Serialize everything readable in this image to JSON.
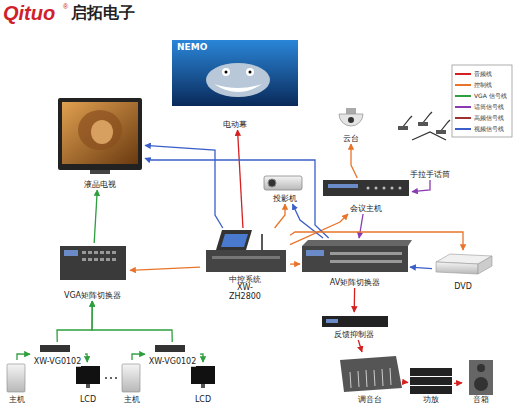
{
  "diagram": {
    "nodes": [
      {
        "text": [
          "电动幕"
        ]
      },
      {
        "text": [
          "液晶电视"
        ]
      },
      {
        "text": [
          "云台"
        ]
      },
      {
        "text": [
          "手拉手话筒"
        ]
      },
      {
        "text": [
          "投影机"
        ]
      },
      {
        "text": [
          "会议主机"
        ]
      },
      {
        "text": [
          "中控系统 XW-ZH2800"
        ]
      },
      {
        "text": [
          "VGA矩阵切换器"
        ]
      },
      {
        "text": [
          "AV矩阵切换器"
        ]
      },
      {
        "text": [
          "DVD"
        ]
      },
      {
        "text": [
          "反馈抑制器"
        ]
      },
      {
        "text": [
          "调音台"
        ]
      },
      {
        "text": [
          "功放"
        ]
      },
      {
        "text": [
          "音箱"
        ]
      },
      {
        "text": [
          "主机"
        ]
      },
      {
        "text": [
          "XW-VG0102"
        ]
      },
      {
        "text": [
          "LCD"
        ]
      },
      {
        "text": [
          "主机"
        ]
      },
      {
        "text": [
          "XW-VG0102"
        ]
      },
      {
        "text": [
          "LCD"
        ]
      }
    ],
    "edges": [
      {
        "from": 14,
        "to": 15,
        "arrow": "to"
      },
      {
        "from": 15,
        "to": 16,
        "arrow": "to"
      },
      {
        "from": 15,
        "to": 7,
        "arrow": "to"
      },
      {
        "from": 17,
        "to": 18,
        "arrow": "to"
      },
      {
        "from": 18,
        "to": 19,
        "arrow": "to"
      },
      {
        "from": 18,
        "to": 7,
        "arrow": "to"
      },
      {
        "from": 7,
        "to": 1,
        "arrow": "to"
      },
      {
        "from": 6,
        "to": 7,
        "arrow": "to"
      },
      {
        "from": 6,
        "to": 0,
        "arrow": "to"
      },
      {
        "from": 6,
        "to": 1,
        "arrow": "to"
      },
      {
        "from": 6,
        "to": 4,
        "arrow": "to"
      },
      {
        "from": 6,
        "to": 5,
        "arrow": "to"
      },
      {
        "from": 5,
        "to": 2,
        "arrow": "to"
      },
      {
        "from": 3,
        "to": 5,
        "arrow": "to"
      },
      {
        "from": 8,
        "to": 1,
        "arrow": "to"
      },
      {
        "from": 8,
        "to": 4,
        "arrow": "to"
      },
      {
        "from": 5,
        "to": 8,
        "arrow": "to"
      },
      {
        "from": 9,
        "to": 8,
        "arrow": "to"
      },
      {
        "from": 6,
        "to": 8,
        "arrow": "to"
      },
      {
        "from": 6,
        "to": 9,
        "arrow": "to"
      },
      {
        "from": 8,
        "to": 10,
        "arrow": "to"
      },
      {
        "from": 10,
        "to": 11,
        "arrow": "to"
      },
      {
        "from": 11,
        "to": 12,
        "arrow": "to"
      },
      {
        "from": 12,
        "to": 13,
        "arrow": "to"
      }
    ],
    "labels": [
      "Qituo",
      "®",
      "启拓电子",
      "NEMO"
    ],
    "legend": [
      {
        "text": "音频线",
        "color": "#d42020"
      },
      {
        "text": "控制线",
        "color": "#e8742a"
      },
      {
        "text": "VGA 信号线",
        "color": "#2e9e3e"
      },
      {
        "text": "话筒信号线",
        "color": "#8a3ab0"
      },
      {
        "text": "高频信号线",
        "color": "#a03030"
      },
      {
        "text": "视频信号线",
        "color": "#3a5fc8"
      }
    ]
  }
}
